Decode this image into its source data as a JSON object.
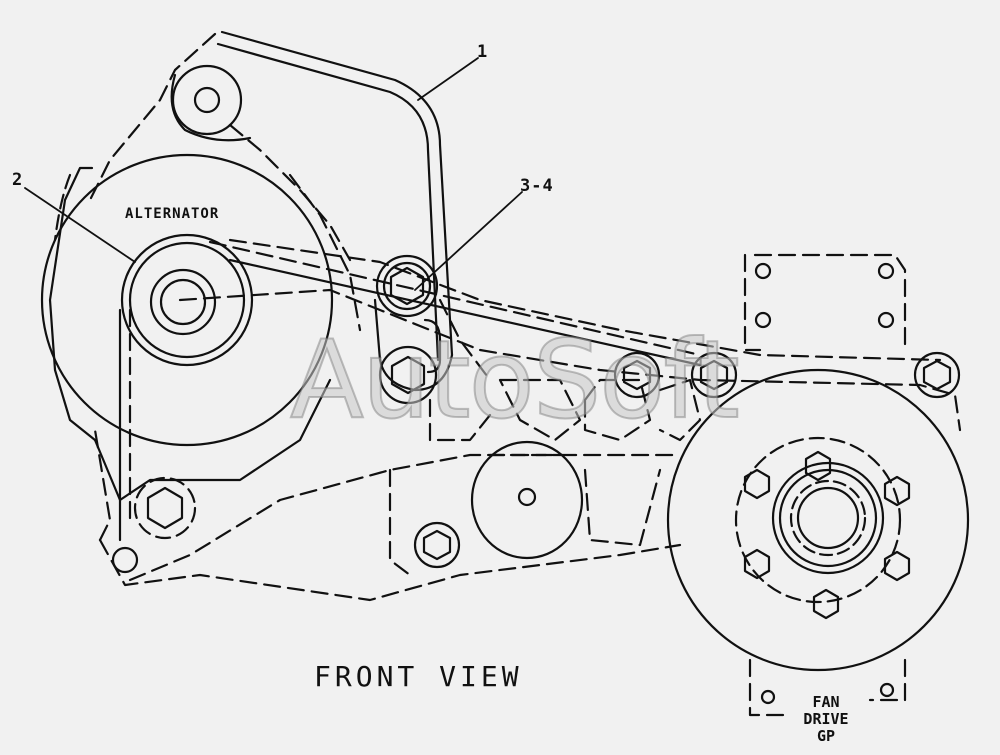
{
  "diagram": {
    "callouts": [
      "1",
      "2",
      "3-4"
    ],
    "component_labels": {
      "alternator": "ALTERNATOR",
      "fan_drive": [
        "FAN",
        "DRIVE",
        "GP"
      ]
    },
    "view_title": "FRONT VIEW",
    "watermark": "AutoSoft"
  }
}
